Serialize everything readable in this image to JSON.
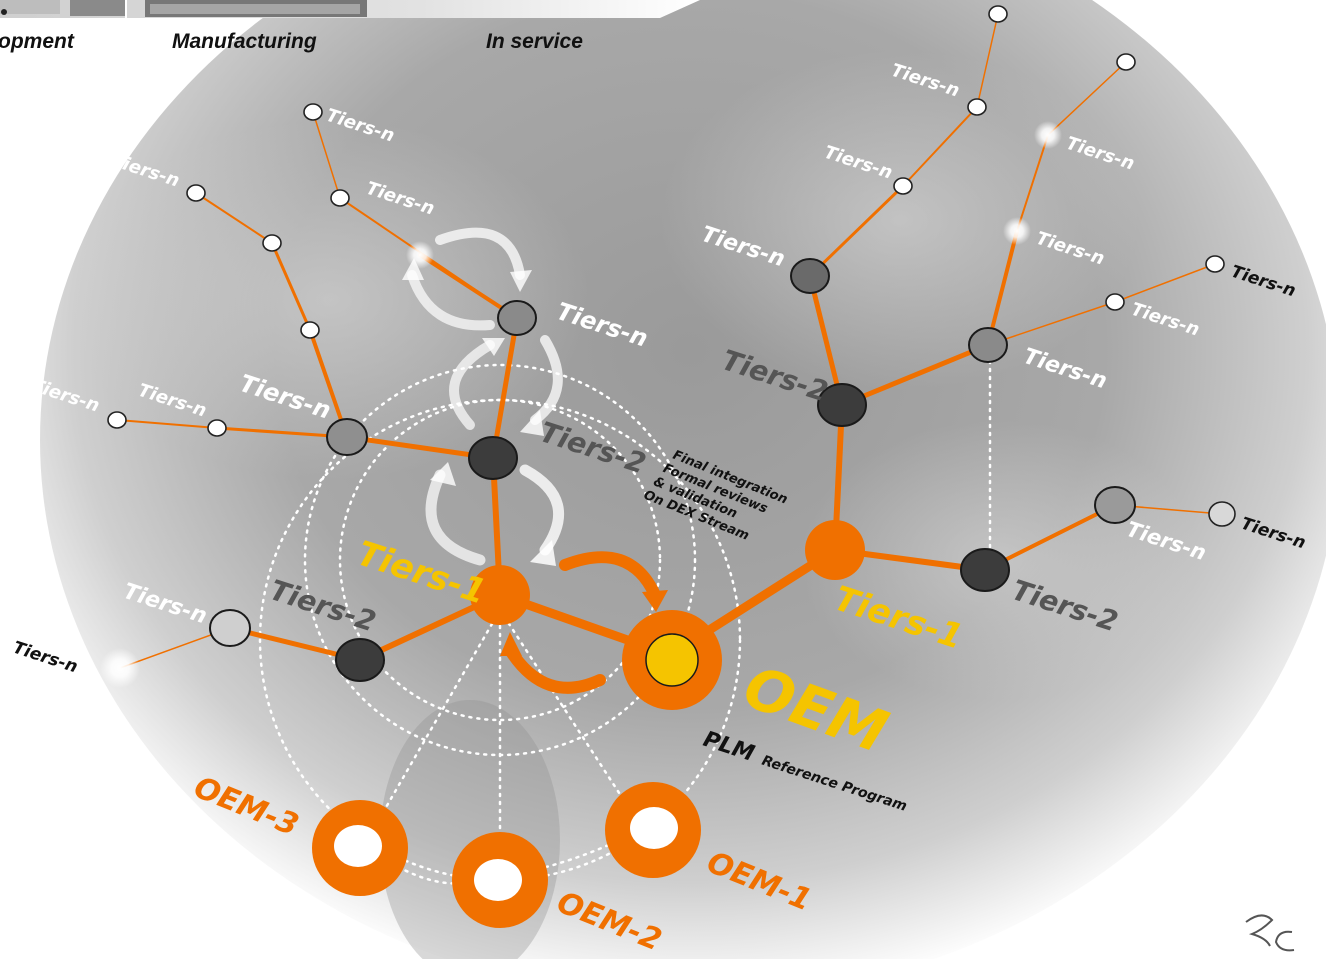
{
  "header": {
    "stage_development": "opment",
    "stage_manufacturing": "Manufacturing",
    "stage_in_service": "In service"
  },
  "labels": {
    "tiers_n": "Tiers-n",
    "tiers_2": "Tiers-2",
    "tiers_1": "Tiers-1",
    "oem": "OEM",
    "oem_1": "OEM-1",
    "oem_2": "OEM-2",
    "oem_3": "OEM-3",
    "plm": "PLM",
    "reference_program": "Reference Program",
    "final_line1": "Final integration",
    "final_line2": "Formal reviews",
    "final_line3": "& validation",
    "final_line4": "On DEX Stream"
  },
  "colors": {
    "orange": "#f07000",
    "yellow": "#f5c400",
    "dark_node": "#3c3c3c",
    "mid_node": "#8a8a8a",
    "light_node": "#cfcfcf"
  },
  "logo": "3DS"
}
